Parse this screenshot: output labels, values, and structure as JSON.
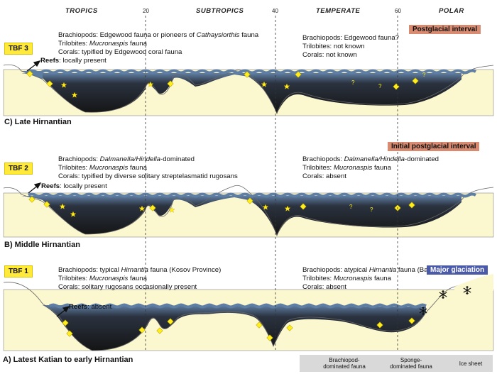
{
  "zones": {
    "tropics": "TROPICS",
    "subtropics": "SUBTROPICS",
    "temperate": "TEMPERATE",
    "polar": "POLAR"
  },
  "degrees": [
    "20",
    "40",
    "60"
  ],
  "panels": [
    {
      "tag": "TBF 3",
      "section_label": "C) Late Hirnantian",
      "interval_label": "Postglacial interval",
      "tropical_lines": [
        {
          "prefix": "Brachiopods: Edgewood fauna or pioneers of ",
          "italic": "Cathaysiorthis",
          "suffix": " fauna"
        },
        {
          "prefix": "Trilobites: ",
          "italic": "Mucronaspis",
          "suffix": " fauna"
        },
        {
          "prefix": "Corals: typified by Edgewood coral fauna",
          "italic": "",
          "suffix": ""
        }
      ],
      "temperate_lines": [
        {
          "prefix": "Brachiopods: Edgewood fauna?",
          "italic": "",
          "suffix": ""
        },
        {
          "prefix": "Trilobites: not known",
          "italic": "",
          "suffix": ""
        },
        {
          "prefix": "Corals: not known",
          "italic": "",
          "suffix": ""
        }
      ],
      "reefs_bold": "Reefs",
      "reefs_text": ": locally present"
    },
    {
      "tag": "TBF 2",
      "section_label": "B) Middle Hirnantian",
      "interval_label": "Initial postglacial interval",
      "tropical_lines": [
        {
          "prefix": "Brachiopods: ",
          "italic": "Dalmanella/Hindella",
          "suffix": "-dominated"
        },
        {
          "prefix": "Trilobites: ",
          "italic": "Mucronaspis",
          "suffix": " fauna"
        },
        {
          "prefix": "Corals: typified by diverse solitary streptelasmatid rugosans",
          "italic": "",
          "suffix": ""
        }
      ],
      "temperate_lines": [
        {
          "prefix": "Brachiopods: ",
          "italic": "Dalmanella/Hindella",
          "suffix": "-dominated"
        },
        {
          "prefix": "Trilobites: ",
          "italic": "Mucronaspis",
          "suffix": " fauna"
        },
        {
          "prefix": "Corals: absent",
          "italic": "",
          "suffix": ""
        }
      ],
      "reefs_bold": "Reefs",
      "reefs_text": ": locally present"
    },
    {
      "tag": "TBF 1",
      "section_label": "A) Latest Katian to early Hirnantian",
      "interval_label": "Major glaciation",
      "tropical_lines": [
        {
          "prefix": "Brachiopods: typical ",
          "italic": "Hirnantia",
          "suffix": " fauna (Kosov Province)"
        },
        {
          "prefix": "Trilobites: ",
          "italic": "Mucronaspis",
          "suffix": " fauna"
        },
        {
          "prefix": "Corals: solitary rugosans occasionally present",
          "italic": "",
          "suffix": ""
        }
      ],
      "temperate_lines": [
        {
          "prefix": "Brachiopods: atypical ",
          "italic": "Hirnantia",
          "suffix": " fauna (Bani Province)"
        },
        {
          "prefix": "Trilobites: ",
          "italic": "Mucronaspis",
          "suffix": " fauna"
        },
        {
          "prefix": "Corals: absent",
          "italic": "",
          "suffix": ""
        }
      ],
      "reefs_bold": "Reefs",
      "reefs_text": ": absent"
    }
  ],
  "legend": {
    "brachiopod": "Brachiopod-\ndominated fauna",
    "sponge": "Sponge-\ndominated fauna",
    "ice": "Ice sheet"
  },
  "colors": {
    "land": "#fbf7cf",
    "shallow_water": "#5f7ea3",
    "deep_water": "#1c1c1c",
    "tag_yellow": "#ffe93b",
    "postglacial": "#d88b70",
    "glaciation": "#4b5aa8",
    "legend_bg": "#d9d9d9"
  },
  "icons": [
    "diamond-icon",
    "star-icon",
    "snowflake-icon",
    "arrow-icon"
  ]
}
